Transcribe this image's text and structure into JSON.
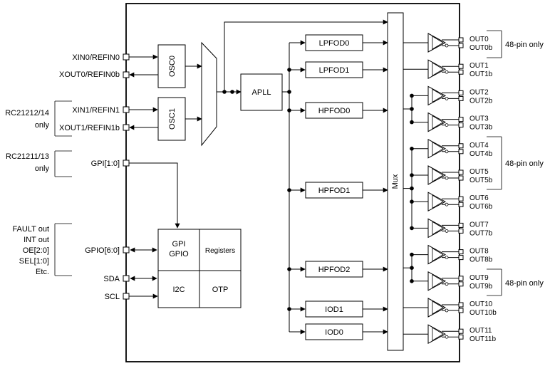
{
  "diagram": {
    "left_pins": {
      "xin0": "XIN0/REFIN0",
      "xout0": "XOUT0/REFIN0b",
      "xin1": "XIN1/REFIN1",
      "xout1": "XOUT1/REFIN1b",
      "gpi": "GPI[1:0]",
      "gpio": "GPIO[6:0]",
      "sda": "SDA",
      "scl": "SCL"
    },
    "notes": {
      "rc212": [
        "RC21212/14",
        "only"
      ],
      "rc211": [
        "RC21211/13",
        "only"
      ],
      "gpio_functions": [
        "FAULT out",
        "INT out",
        "OE[2:0]",
        "SEL[1:0]",
        "Etc."
      ],
      "pin48": "48-pin only"
    },
    "blocks": {
      "osc0": "OSC0",
      "osc1": "OSC1",
      "apll": "APLL",
      "mux": "Mux",
      "gpi_gpio": [
        "GPI",
        "GPIO"
      ],
      "registers": "Registers",
      "i2c": "I2C",
      "otp": "OTP"
    },
    "dividers": [
      "LPFOD0",
      "LPFOD1",
      "HPFOD0",
      "HPFOD1",
      "HPFOD2",
      "IOD1",
      "IOD0"
    ],
    "outputs": [
      [
        "OUT0",
        "OUT0b"
      ],
      [
        "OUT1",
        "OUT1b"
      ],
      [
        "OUT2",
        "OUT2b"
      ],
      [
        "OUT3",
        "OUT3b"
      ],
      [
        "OUT4",
        "OUT4b"
      ],
      [
        "OUT5",
        "OUT5b"
      ],
      [
        "OUT6",
        "OUT6b"
      ],
      [
        "OUT7",
        "OUT7b"
      ],
      [
        "OUT8",
        "OUT8b"
      ],
      [
        "OUT9",
        "OUT9b"
      ],
      [
        "OUT10",
        "OUT10b"
      ],
      [
        "OUT11",
        "OUT11b"
      ]
    ]
  }
}
